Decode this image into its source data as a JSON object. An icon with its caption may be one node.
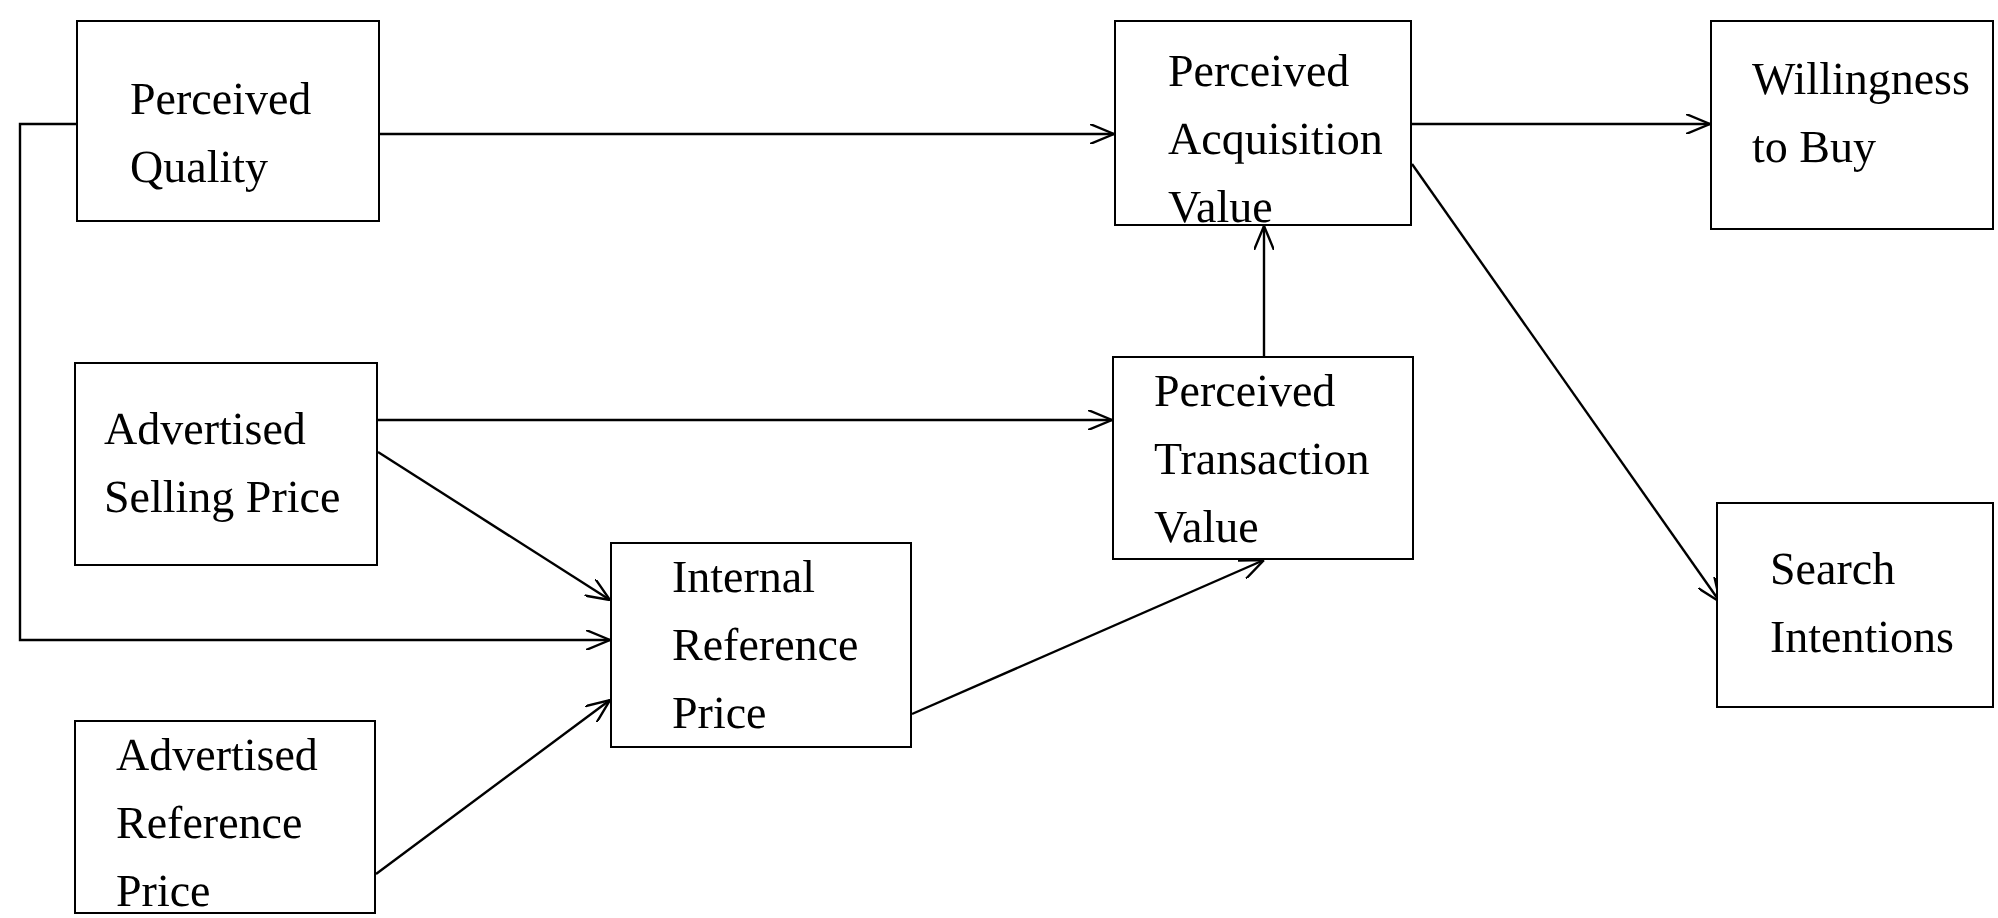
{
  "diagram": {
    "nodes": [
      {
        "text": [
          "Perceived Quality"
        ]
      },
      {
        "text": [
          "Perceived Acquisition Value"
        ]
      },
      {
        "text": [
          "Willingness to Buy"
        ]
      },
      {
        "text": [
          "Advertised Selling Price"
        ]
      },
      {
        "text": [
          "Perceived Transaction Value"
        ]
      },
      {
        "text": [
          "Search Intentions"
        ]
      },
      {
        "text": [
          "Internal Reference Price"
        ]
      },
      {
        "text": [
          "Advertised Reference Price"
        ]
      }
    ],
    "edges": [
      {
        "from": 0,
        "to": 1,
        "arrow": "to"
      },
      {
        "from": 0,
        "to": 6,
        "arrow": "to"
      },
      {
        "from": 3,
        "to": 4,
        "arrow": "to"
      },
      {
        "from": 3,
        "to": 6,
        "arrow": "to"
      },
      {
        "from": 7,
        "to": 6,
        "arrow": "to"
      },
      {
        "from": 6,
        "to": 4,
        "arrow": "to"
      },
      {
        "from": 4,
        "to": 1,
        "arrow": "to"
      },
      {
        "from": 1,
        "to": 2,
        "arrow": "to"
      },
      {
        "from": 1,
        "to": 5,
        "arrow": "to"
      }
    ]
  }
}
